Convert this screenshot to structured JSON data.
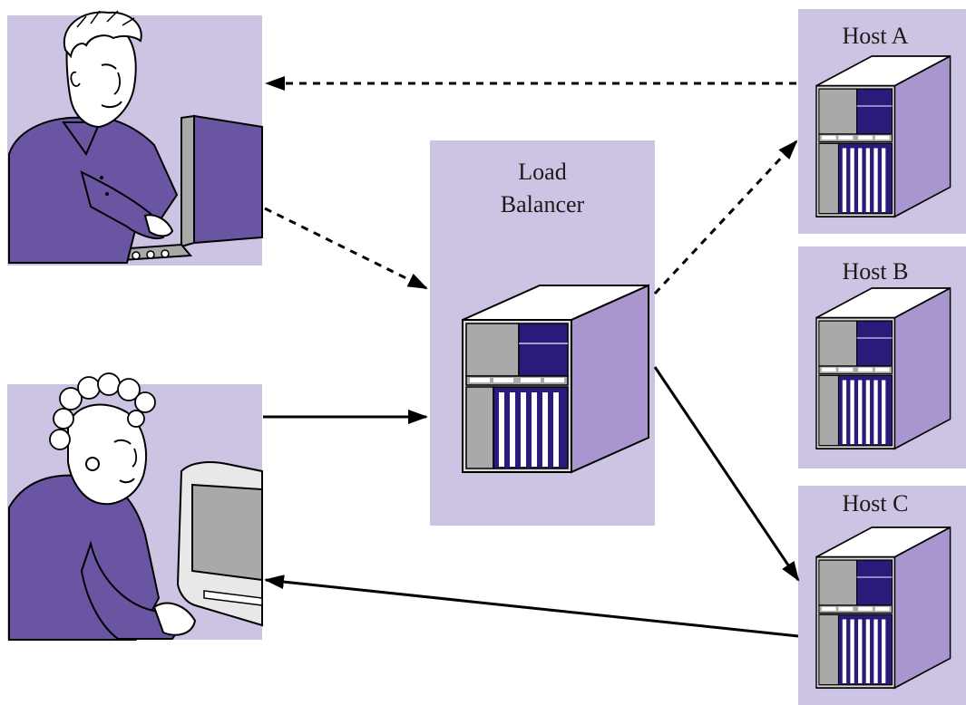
{
  "load_balancer": {
    "line1": "Load",
    "line2": "Balancer"
  },
  "hosts": [
    {
      "label": "Host A"
    },
    {
      "label": "Host B"
    },
    {
      "label": "Host C"
    }
  ],
  "colors": {
    "panel": "#cdc3e2",
    "shirt": "#6a55a3",
    "dark_blue": "#2b1a7a",
    "grey": "#a9a9a9",
    "server_side": "#a996cf"
  }
}
